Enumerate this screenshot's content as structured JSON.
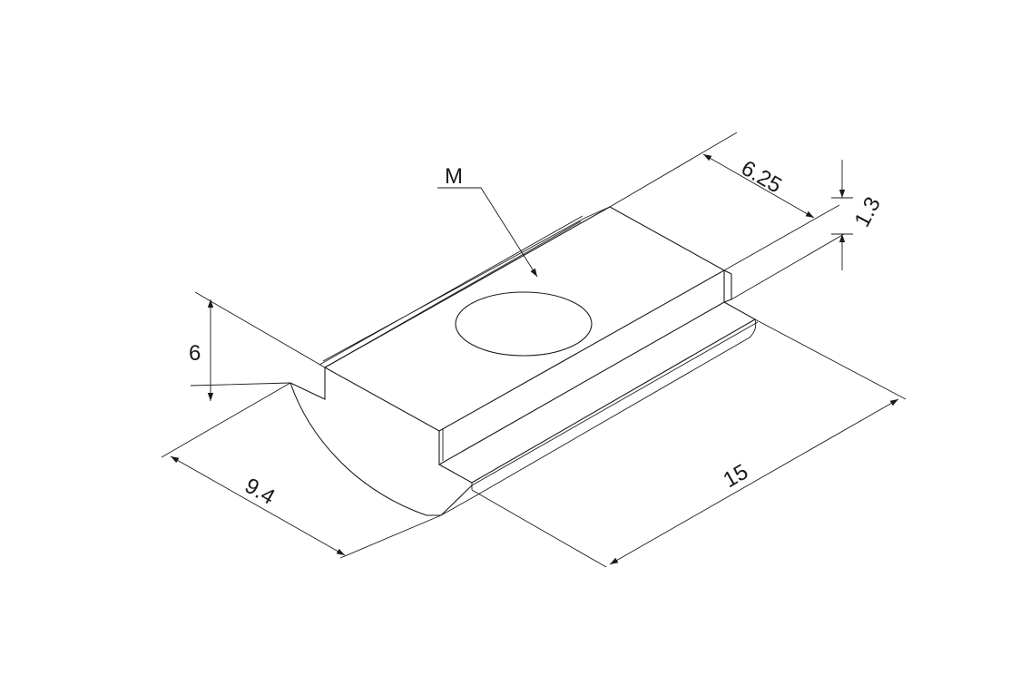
{
  "drawing": {
    "thread_label": "M",
    "dimensions": {
      "height": "6",
      "width": "9.4",
      "length": "15",
      "top_width": "6.25",
      "step": "1.3"
    }
  }
}
